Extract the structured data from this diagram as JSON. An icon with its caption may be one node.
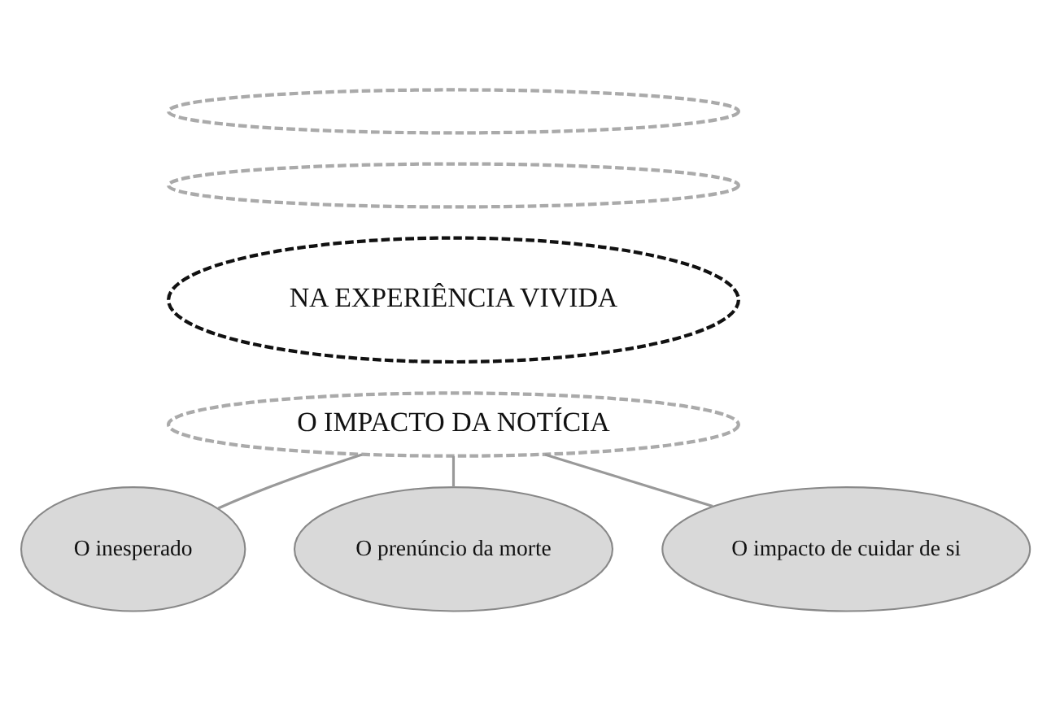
{
  "diagram": {
    "nodes": [
      {
        "text": [
          "NA EXPERIÊNCIA VIVIDA"
        ]
      },
      {
        "text": [],
        "shape": "ellipse"
      },
      {
        "text": [],
        "shape": "ellipse"
      },
      {
        "text": [
          "O IMPACTO DA NOTÍCIA"
        ]
      },
      {
        "text": [
          "O inesperado"
        ]
      },
      {
        "text": [
          "O prenúncio da morte"
        ]
      },
      {
        "text": [
          "O impacto de cuidar de si"
        ]
      }
    ],
    "edges": [
      {
        "from": 3,
        "to": 4,
        "arrow": "none"
      },
      {
        "from": 3,
        "to": 5,
        "arrow": "none"
      },
      {
        "from": 3,
        "to": 6,
        "arrow": "none"
      }
    ]
  }
}
